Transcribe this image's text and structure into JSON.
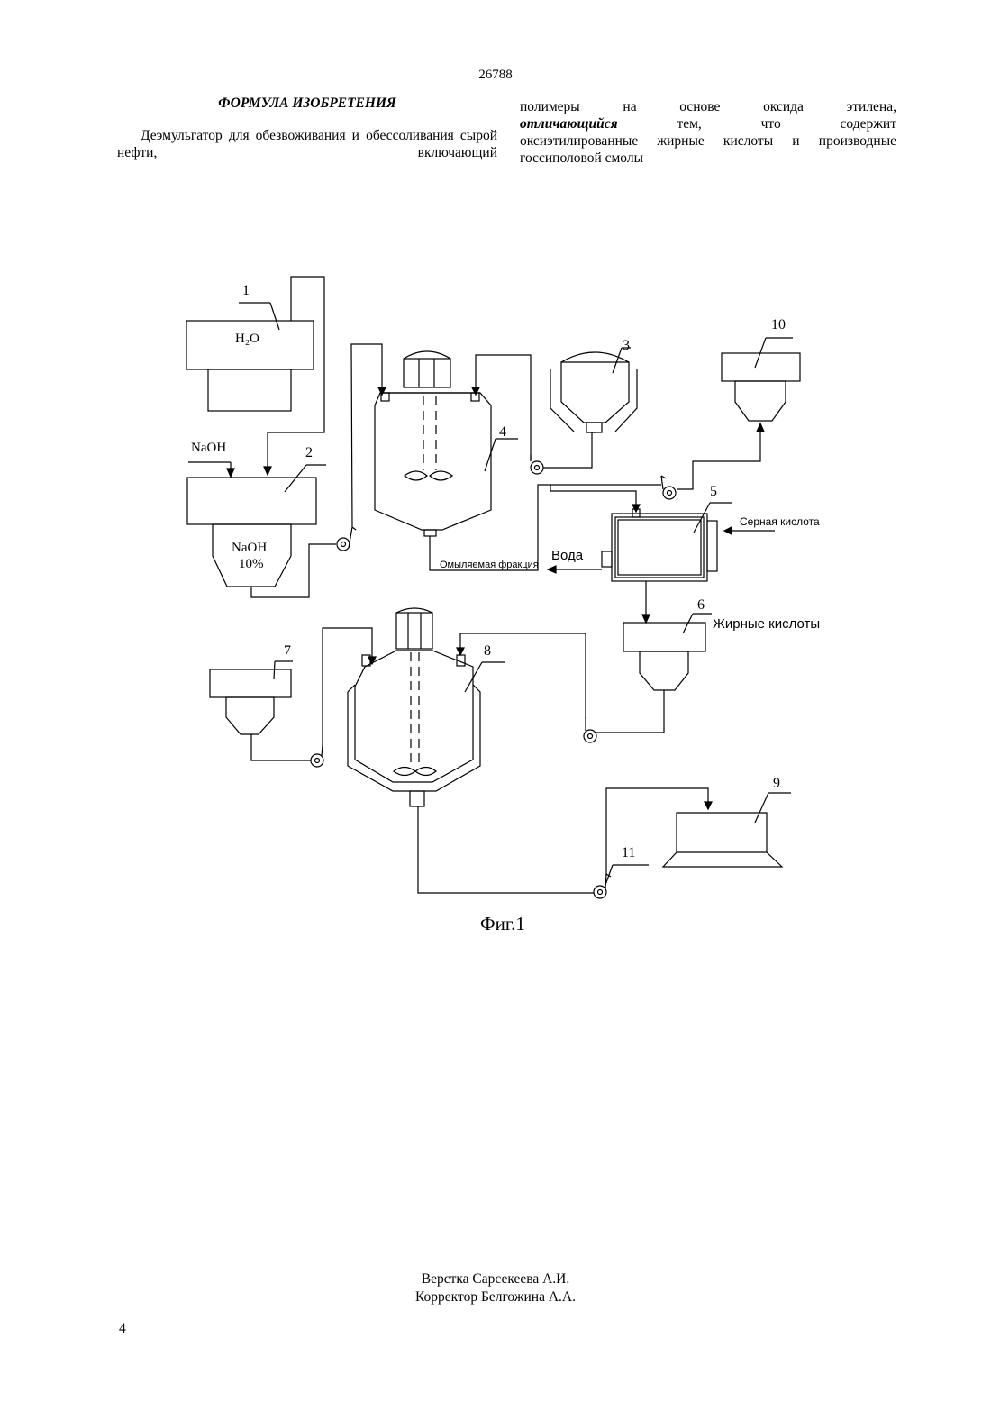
{
  "header": {
    "page_number": "26788"
  },
  "claims": {
    "heading": "ФОРМУЛА ИЗОБРЕТЕНИЯ",
    "body": "Деэмульгатор для обезвоживания и обессоливания сырой нефти, включающий",
    "cont_line1": "полимеры на основе оксида этилена,",
    "cont_emph": "отличающийся",
    "cont_line2_rest": "тем, что содержит",
    "cont_line3": "оксиэтилированные жирные кислоты и производные",
    "cont_line4": "госсиполовой смолы"
  },
  "figure": {
    "caption": "Фиг.1",
    "labels": {
      "n1": "1",
      "n2": "2",
      "n3": "3",
      "n4": "4",
      "n5": "5",
      "n6": "6",
      "n7": "7",
      "n8": "8",
      "n9": "9",
      "n10": "10",
      "n11": "11",
      "h2o": "H₂O",
      "naoh_in": "NaOH",
      "naoh_tank_1": "NaOH",
      "naoh_tank_2": "10%",
      "sulfuric_acid": "Серная кислота",
      "water": "Вода",
      "saponified_fraction": "Омыляемая фракция",
      "fatty_acids": "Жирные кислоты"
    }
  },
  "footer": {
    "layout_by": "Верстка Сарсекеева А.И.",
    "corrector": "Корректор Белгожина А.А."
  },
  "page_number_bottom": "4"
}
